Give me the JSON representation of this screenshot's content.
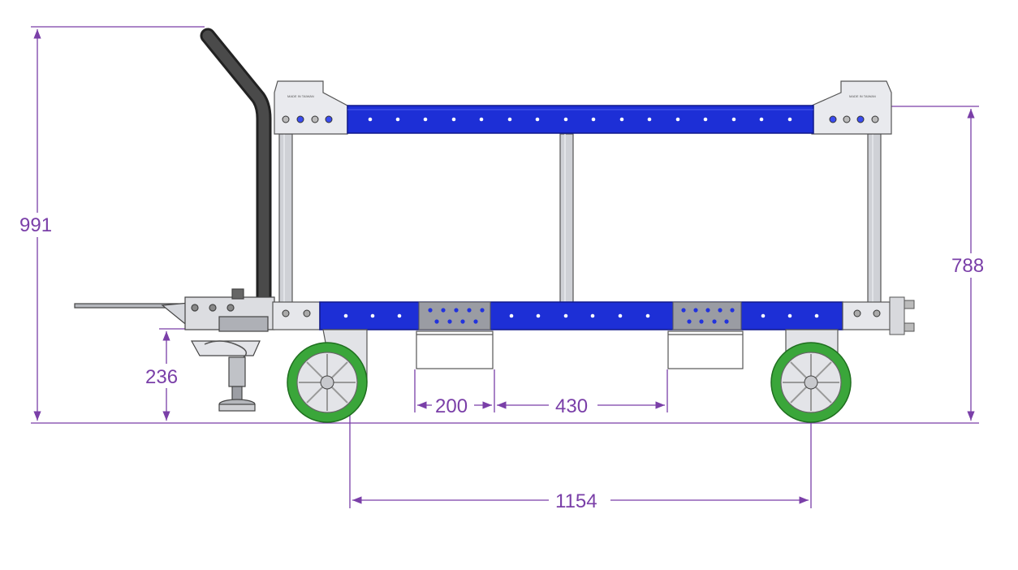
{
  "colors": {
    "dimension": "#7a3fa8",
    "frame_blue": "#1d2fd6",
    "frame_gray": "#c9cbd1",
    "wheel_green": "#3aa63a",
    "handle_dark": "#2e2e2e",
    "plate_gray": "#9a9ca3",
    "line": "#444444"
  },
  "dimensions": {
    "overall_height": "991",
    "frame_height": "788",
    "tow_bar_height": "236",
    "fork_pocket_width": "200",
    "fork_pocket_spacing": "430",
    "wheelbase": "1154"
  },
  "labels": {
    "end_plate_tag": "MADE IN TAIWAN"
  }
}
